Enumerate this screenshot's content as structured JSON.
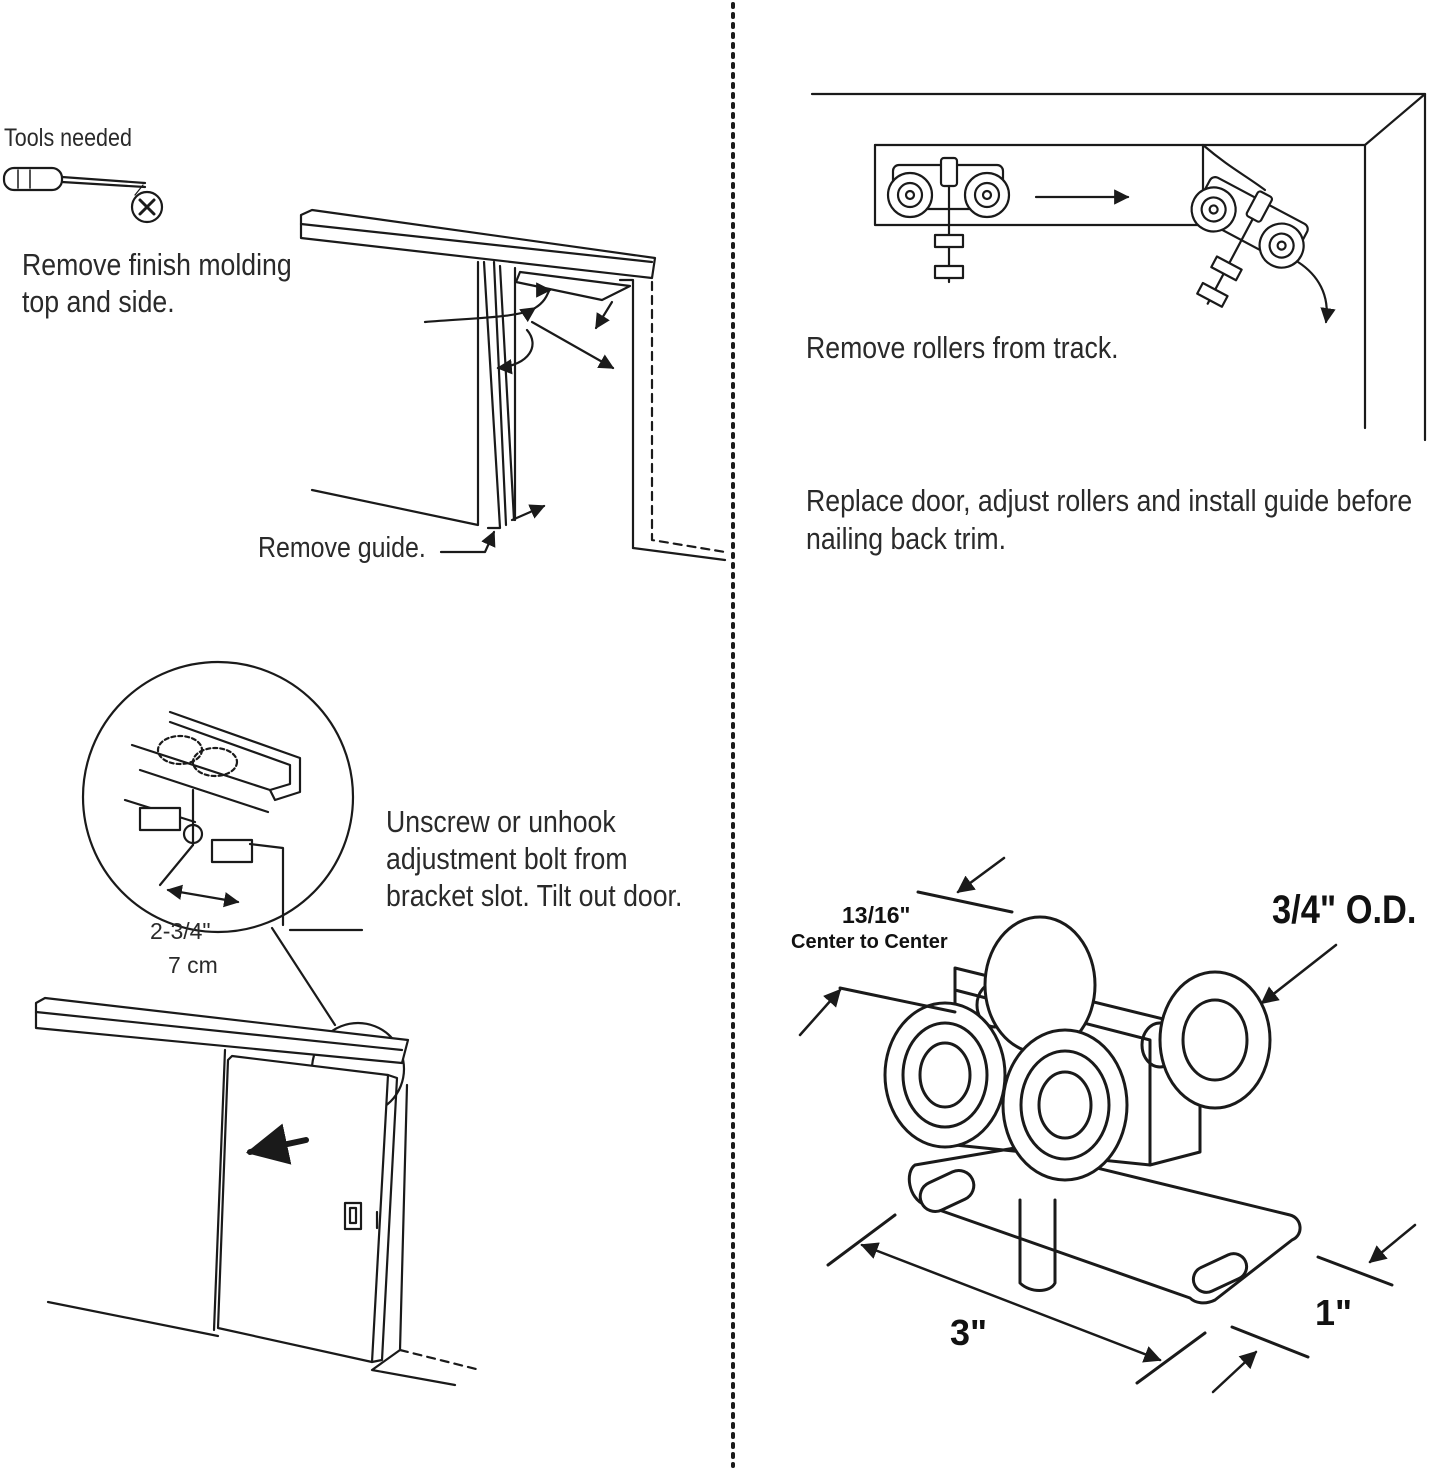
{
  "panel1": {
    "tools_label": "Tools needed",
    "caption": "Remove finish molding\ntop and side.",
    "guide_label": "Remove guide."
  },
  "panel2": {
    "caption1": "Remove rollers from track.",
    "caption2": "Replace door, adjust rollers and install guide before\nnailing back trim."
  },
  "panel3": {
    "caption": "Unscrew or unhook\nadjustment bolt from\nbracket slot. Tilt out door.",
    "dimension_in": "2-3/4\"",
    "dimension_cm": "7 cm"
  },
  "panel4": {
    "center_label": "13/16\"",
    "center_sub": "Center to Center",
    "od_label": "3/4\" O.D.",
    "length_label": "3\"",
    "width_label": "1\""
  },
  "colors": {
    "line": "#1a1a1a",
    "fill": "#ffffff"
  }
}
